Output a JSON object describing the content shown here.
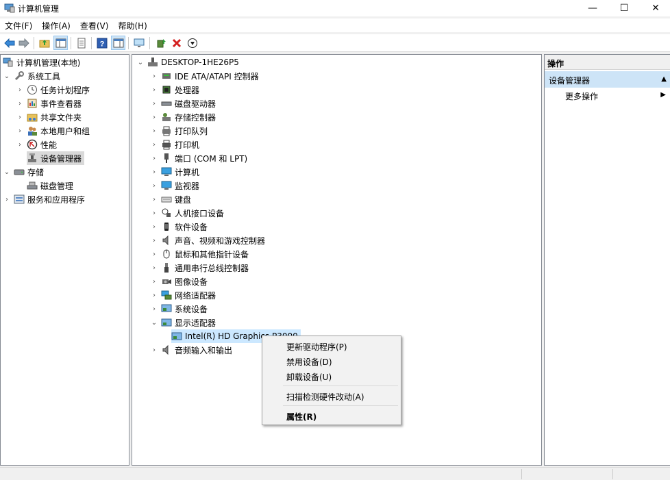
{
  "window": {
    "title": "计算机管理",
    "min_glyph": "—",
    "max_glyph": "☐",
    "close_glyph": "✕"
  },
  "menu": [
    "文件(F)",
    "操作(A)",
    "查看(V)",
    "帮助(H)"
  ],
  "toolbar": {
    "buttons": [
      "back-icon",
      "forward-icon",
      "up-folder-icon",
      "show-tree-icon",
      "export-list-icon",
      "help-icon",
      "show-action-pane-icon",
      "monitor-icon",
      "update-driver-icon",
      "uninstall-icon",
      "disable-device-icon"
    ]
  },
  "left_tree": {
    "root": "计算机管理(本地)",
    "system_tools": "系统工具",
    "task_scheduler": "任务计划程序",
    "event_viewer": "事件查看器",
    "shared_folders": "共享文件夹",
    "local_users": "本地用户和组",
    "performance": "性能",
    "device_manager": "设备管理器",
    "storage": "存储",
    "disk_management": "磁盘管理",
    "services_apps": "服务和应用程序"
  },
  "device_tree": {
    "computer": "DESKTOP-1HE26P5",
    "categories": [
      {
        "label": "IDE ATA/ATAPI 控制器",
        "icon": "ide-controller-icon"
      },
      {
        "label": "处理器",
        "icon": "processor-icon"
      },
      {
        "label": "磁盘驱动器",
        "icon": "disk-drive-icon"
      },
      {
        "label": "存储控制器",
        "icon": "storage-controller-icon"
      },
      {
        "label": "打印队列",
        "icon": "print-queue-icon"
      },
      {
        "label": "打印机",
        "icon": "printer-icon"
      },
      {
        "label": "端口 (COM 和 LPT)",
        "icon": "port-icon"
      },
      {
        "label": "计算机",
        "icon": "computer-icon"
      },
      {
        "label": "监视器",
        "icon": "monitor-icon"
      },
      {
        "label": "键盘",
        "icon": "keyboard-icon"
      },
      {
        "label": "人机接口设备",
        "icon": "hid-icon"
      },
      {
        "label": "软件设备",
        "icon": "software-device-icon"
      },
      {
        "label": "声音、视频和游戏控制器",
        "icon": "sound-icon"
      },
      {
        "label": "鼠标和其他指针设备",
        "icon": "mouse-icon"
      },
      {
        "label": "通用串行总线控制器",
        "icon": "usb-icon"
      },
      {
        "label": "图像设备",
        "icon": "camera-icon"
      },
      {
        "label": "网络适配器",
        "icon": "network-adapter-icon"
      },
      {
        "label": "系统设备",
        "icon": "system-device-icon"
      },
      {
        "label": "显示适配器",
        "icon": "display-adapter-icon"
      },
      {
        "label": "音频输入和输出",
        "icon": "audio-io-icon"
      }
    ],
    "display_child": "Intel(R) HD Graphics P3000"
  },
  "actions_pane": {
    "header": "操作",
    "section": "设备管理器",
    "more": "更多操作"
  },
  "context_menu": {
    "update_driver": "更新驱动程序(P)",
    "disable_device": "禁用设备(D)",
    "uninstall_device": "卸载设备(U)",
    "scan_hardware": "扫描检测硬件改动(A)",
    "properties": "属性(R)"
  }
}
